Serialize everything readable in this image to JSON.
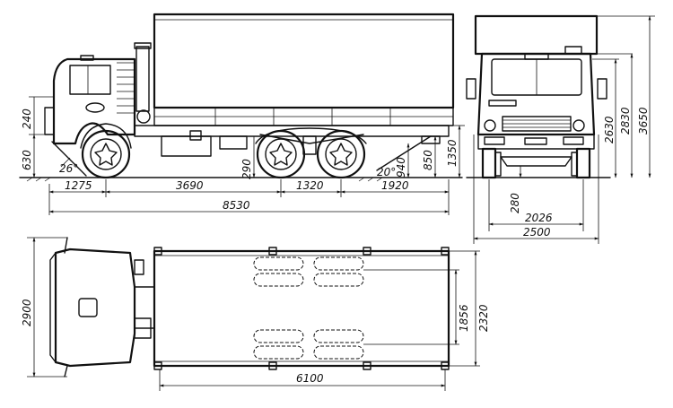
{
  "dimensions": {
    "side_view": {
      "cab_gap": "240",
      "front_height": "630",
      "approach_angle": "26°",
      "front_overhang": "1275",
      "wheelbase_front": "3690",
      "bogie_spacing": "1320",
      "rear_overhang": "1920",
      "overall_length": "8530",
      "ground_clearance_side": "290",
      "departure_angle": "20°",
      "rear_height_940": "940",
      "platform_height": "850",
      "frame_height": "1350"
    },
    "front_view": {
      "height_2630": "2630",
      "height_2830": "2830",
      "overall_height": "3650",
      "ground_clearance": "280",
      "track_width": "2026",
      "overall_width": "2500"
    },
    "top_view": {
      "cab_width": "2900",
      "inner_width": "1856",
      "body_width": "2320",
      "body_length": "6100"
    }
  }
}
